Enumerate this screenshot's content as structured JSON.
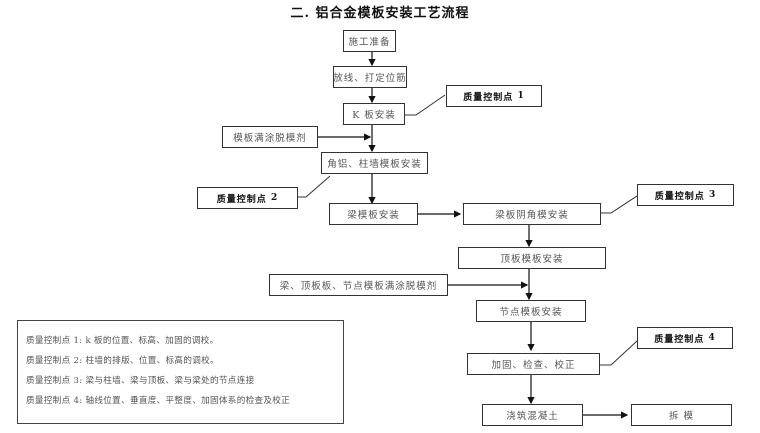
{
  "title": "二. 铝合金模板安装工艺流程",
  "steps": {
    "prep": "施工准备",
    "layout": "放线、打定位筋",
    "k_board": "K 板安装",
    "release_agent_1": "模板满涂脱模剂",
    "corner_wall": "角铝、柱墙模板安装",
    "beam": "梁模板安装",
    "beam_corner": "梁板阴角模安装",
    "slab": "顶板模板安装",
    "release_agent_2": "梁、顶板板、节点模板满涂脱模剂",
    "joint": "节点模板安装",
    "reinforce": "加固、检查、校正",
    "pour": "浇筑混凝土",
    "demold": "拆  模"
  },
  "quality_points": [
    {
      "label": "质量控制点",
      "number": "1"
    },
    {
      "label": "质量控制点",
      "number": "2"
    },
    {
      "label": "质量控制点",
      "number": "3"
    },
    {
      "label": "质量控制点",
      "number": "4"
    }
  ],
  "legend": [
    "质量控制点 1:  k 板的位置、标高、加固的调校。",
    "质量控制点 2:  柱墙的排版、位置、标高的调校。",
    "质量控制点 3:  梁与柱墙、梁与顶板、梁与梁处的节点连接",
    "质量控制点 4:  轴线位置、垂直度、平整度、加固体系的检查及校正"
  ]
}
